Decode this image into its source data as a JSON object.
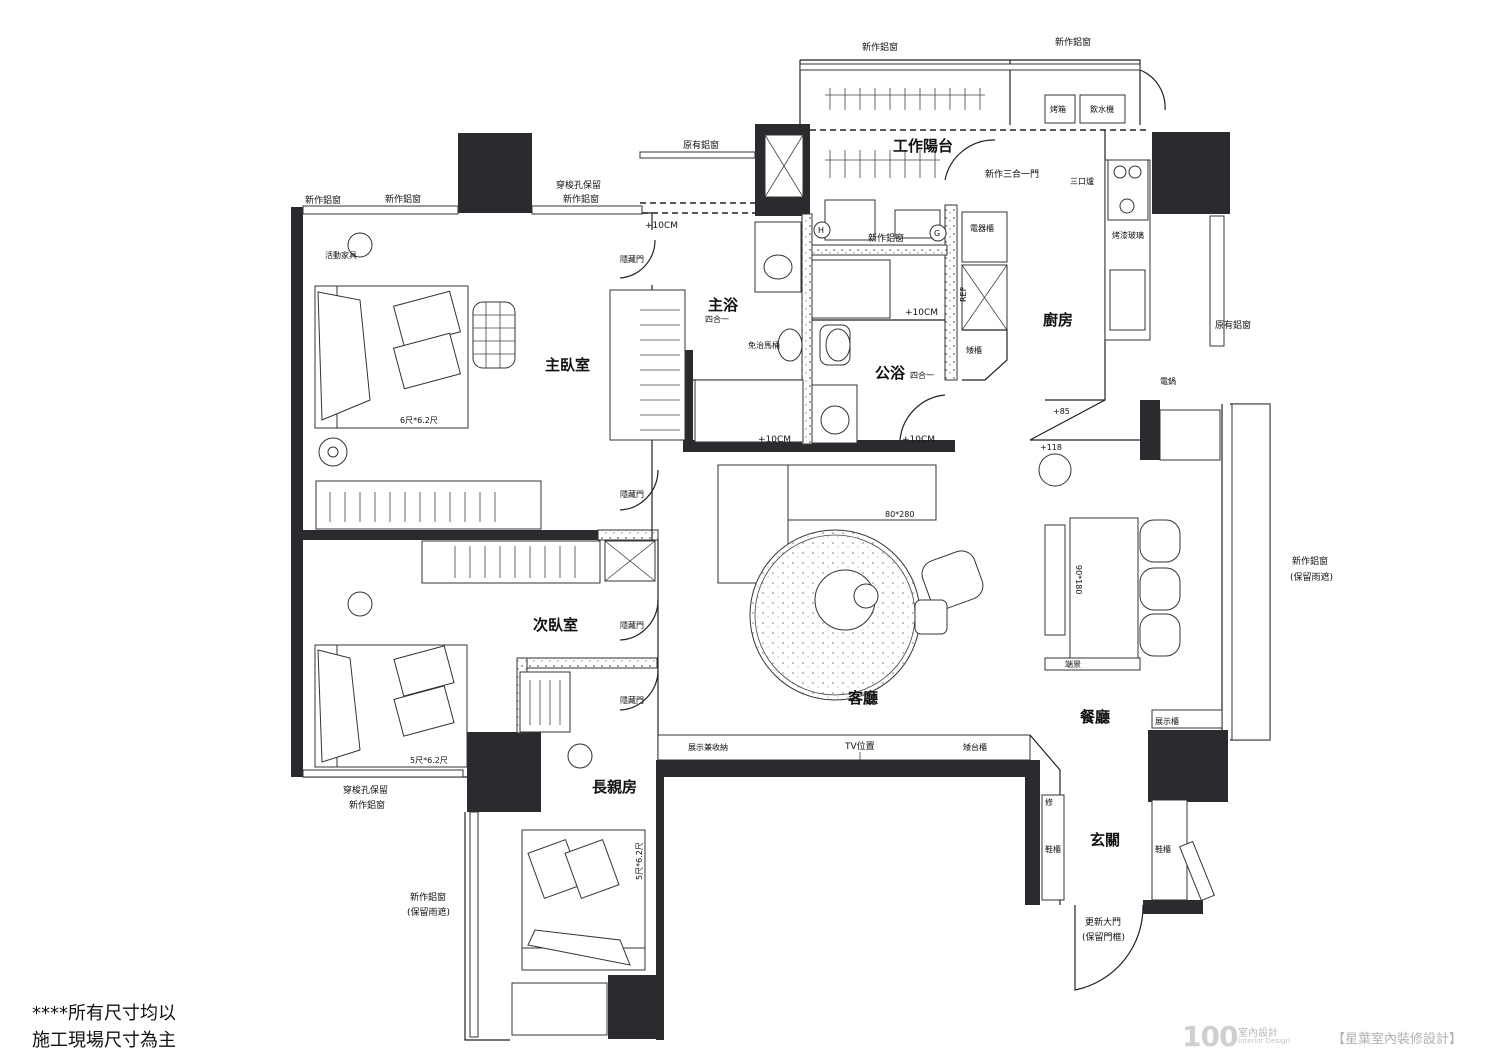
{
  "rooms": {
    "master_bedroom": "主臥室",
    "second_bedroom": "次臥室",
    "elder_room": "長親房",
    "master_bath": "主浴",
    "public_bath": "公浴",
    "kitchen": "廚房",
    "living_room": "客廳",
    "dining_room": "餐廳",
    "entrance": "玄關",
    "work_balcony": "工作陽台"
  },
  "labels": {
    "new_window": "新作鋁窗",
    "new_window_keep_canopy": "新作鋁窗",
    "keep_canopy": "(保留雨遮)",
    "existing_window": "原有鋁窗",
    "shuttle_hole_keep": "穿梭孔保留",
    "new_3in1_door": "新作三合一門",
    "plus_10cm": "+10CM",
    "hidden_door": "隱藏門",
    "movable_furniture": "活動家具",
    "bed_6x62": "6尺*6.2尺",
    "bed_5x62": "5尺*6.2尺",
    "bath_4in1": "四合一",
    "toilet_free": "免治馬桶",
    "oven": "烤箱",
    "water_dispenser": "飲水機",
    "three_burner": "三口爐",
    "tempered_glass": "烤漆玻璃",
    "appliance_cabinet": "電器櫃",
    "fridge": "REF",
    "low_cabinet": "矮櫃",
    "rice_cooker": "電鍋",
    "plus_85": "+85",
    "plus_118": "+118",
    "sofa_size": "80*280",
    "table_size": "90*180",
    "tv_position": "TV位置",
    "low_tv_cabinet": "矮台櫃",
    "display_storage": "展示兼收納",
    "display_cabinet": "展示櫃",
    "shoe_cabinet": "鞋櫃",
    "side_board": "端景",
    "entry_door": "更新大門",
    "keep_door_frame": "(保留門框)",
    "mirror": "修",
    "h_mark": "H",
    "g_mark": "G"
  },
  "note": {
    "line1": "****所有尺寸均以",
    "line2": "施工現場尺寸為主"
  },
  "brand": {
    "number": "100",
    "name_cn": "室內設計",
    "name_en": "Interior Design",
    "studio": "【星葉室內裝修設計】"
  }
}
